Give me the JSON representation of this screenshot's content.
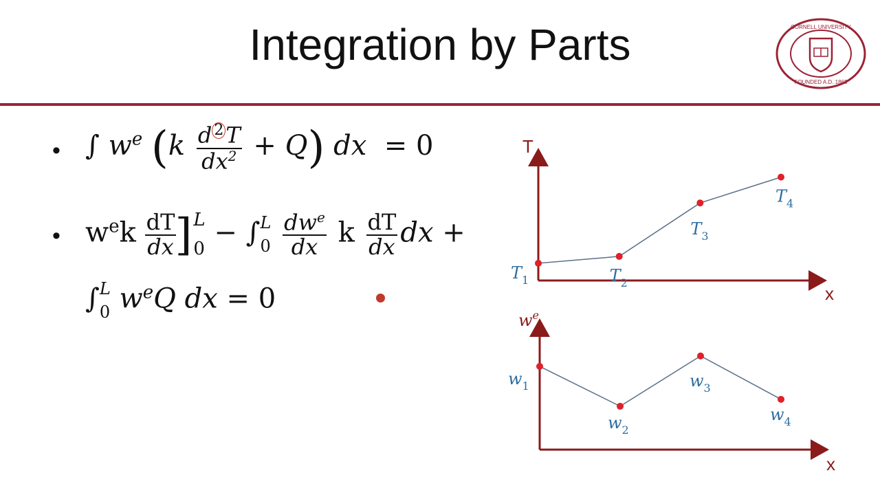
{
  "slide": {
    "title": "Integration by Parts",
    "bullet_symbol": "•",
    "university_seal_text": "CORNELL UNIVERSITY FOUNDED A.D. 1865"
  },
  "equation1": {
    "integral": "∫",
    "w": "w",
    "e": "e",
    "open_paren": "(",
    "k": "k",
    "num_d": "d",
    "num_2": "2",
    "num_T": "T",
    "den": "dx",
    "den_sup": "2",
    "plus": "+",
    "Q": "Q",
    "close_paren": ")",
    "dx": "dx",
    "equals": "=",
    "zero": "0"
  },
  "equation2": {
    "w": "w",
    "e": "e",
    "k": "k",
    "frac_num": "dT",
    "frac_den": "dx",
    "bracket": "]",
    "upper": "L",
    "lower": "0",
    "minus": "−",
    "integral": "∫",
    "int_lower": "0",
    "int_upper": "L",
    "frac2_num": "dw",
    "frac2_num_sup": "e",
    "frac2_den": "dx",
    "k2": "k",
    "frac3_num": "dT",
    "frac3_den": "dx",
    "dx": "dx",
    "plus": "+"
  },
  "equation3": {
    "integral": "∫",
    "int_lower": "0",
    "int_upper": "L",
    "w": "w",
    "e": "e",
    "Q": "Q",
    "dx": "dx",
    "equals": "=",
    "zero": "0"
  },
  "colors": {
    "axis": "#8b1a1a",
    "point": "#e0202a",
    "line": "#5a6f8a",
    "label": "#2e6c9e",
    "rule": "#9b2335"
  },
  "chart_data": [
    {
      "type": "line",
      "ylabel": "T",
      "xlabel": "x",
      "x": [
        1,
        2,
        3,
        4
      ],
      "values": [
        1.0,
        1.4,
        4.5,
        6.0
      ],
      "ylim": [
        0,
        7.5
      ],
      "point_labels": [
        {
          "base": "T",
          "sub": "1"
        },
        {
          "base": "T",
          "sub": "2"
        },
        {
          "base": "T",
          "sub": "3"
        },
        {
          "base": "T",
          "sub": "4"
        }
      ]
    },
    {
      "type": "line",
      "ylabel_base": "w",
      "ylabel_sup": "e",
      "xlabel": "x",
      "x": [
        1,
        2,
        3,
        4
      ],
      "values": [
        4.8,
        2.5,
        5.4,
        2.9
      ],
      "ylim": [
        0,
        6.5
      ],
      "point_labels": [
        {
          "base": "w",
          "sub": "1"
        },
        {
          "base": "w",
          "sub": "2"
        },
        {
          "base": "w",
          "sub": "3"
        },
        {
          "base": "w",
          "sub": "4"
        }
      ]
    }
  ]
}
